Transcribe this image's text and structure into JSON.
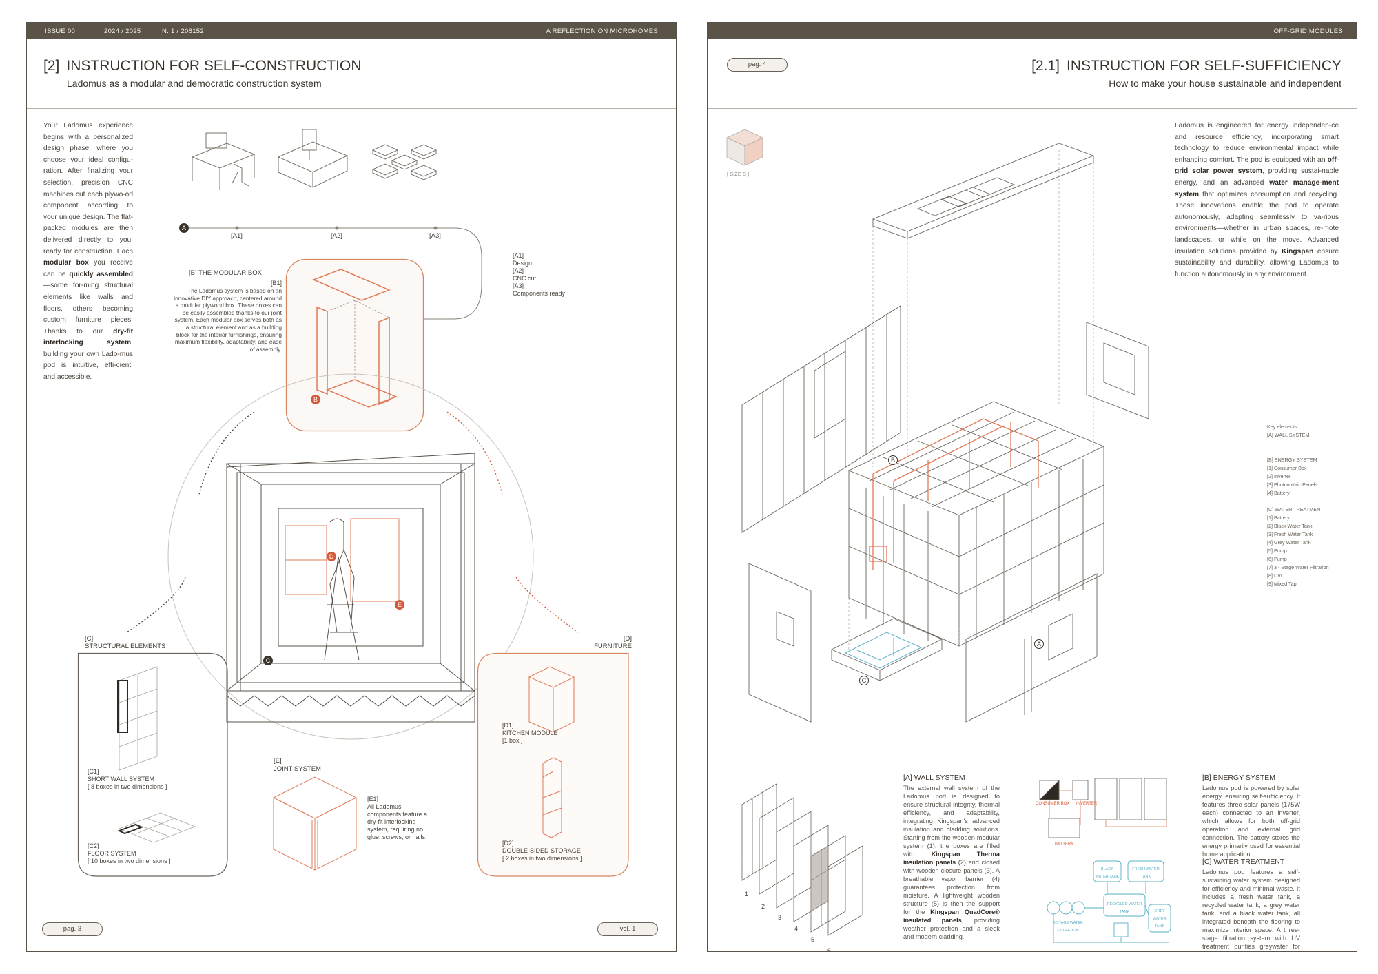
{
  "left": {
    "header": {
      "issue": "ISSUE 00.",
      "year": "2024 / 2025",
      "number": "N. 1 / 208152",
      "tagline": "A REFLECTION ON MICROHOMES"
    },
    "section_number": "[2]",
    "title": "INSTRUCTION FOR SELF-CONSTRUCTION",
    "subtitle": "Ladomus as a modular and democratic construction system",
    "intro_html": "Your Ladomus experience begins with a personalized design phase, where you choose your ideal configu-ration. After finalizing your selection, precision CNC machines cut each plywo-od component according to your unique design. The flat-packed modules are then delivered directly to you, ready for construction. Each <b>modular box</b> you receive can be <b>quickly assembled</b> —some for-ming structural elements like walls and floors, others becoming custom furniture pieces. Thanks to our <b>dry-fit interlocking system</b>, building your own Lado-mus pod is intuitive, effi-cient, and accessible.",
    "process": {
      "marker": "A",
      "steps": [
        "[A1]",
        "[A2]",
        "[A3]"
      ],
      "legend": [
        "[A1]",
        "Design",
        "[A2]",
        "CNC cut",
        "[A3]",
        "Components ready"
      ]
    },
    "modular_box": {
      "heading": "[B]  THE MODULAR  BOX",
      "code": "[B1]",
      "text": "The Ladomus system is based on an innovative DIY approach, centered around a modular plywood box. These boxes can be easily assembled thanks to our joint system. Each modular box serves both as a structural element and as a building block for the interior furnishings, ensuring maximum flexibility, adaptability, and ease of assembly.",
      "marker": "B"
    },
    "markers": {
      "c": "C",
      "d": "D",
      "e": "E"
    },
    "structural": {
      "code": "[C]",
      "heading": "STRUCTURAL ELEMENTS",
      "c1_code": "[C1]",
      "c1_title": "SHORT WALL SYSTEM",
      "c1_sub": "[ 8 boxes in two dimensions ]",
      "c2_code": "[C2]",
      "c2_title": "FLOOR SYSTEM",
      "c2_sub": "[ 10 boxes in two dimensions ]"
    },
    "furniture": {
      "code": "[D]",
      "heading": "FURNITURE",
      "d1_code": "[D1]",
      "d1_title": "KITCHEN MODULE",
      "d1_sub": "[1 box ]",
      "d2_code": "[D2]",
      "d2_title": "DOUBLE-SIDED STORAGE",
      "d2_sub": "[ 2 boxes in two dimensions ]"
    },
    "joint": {
      "code": "[E]",
      "heading": "JOINT SYSTEM",
      "e1_code": "[E1]",
      "e1_text": "All Ladomus components feature a dry-fit interlocking system, requiring no glue, screws, or nails."
    },
    "footer": {
      "page": "pag. 3",
      "volume": "vol. 1"
    }
  },
  "right": {
    "header": {
      "tagline": "OFF-GRID MODULES"
    },
    "page": "pag. 4",
    "section_number": "[2.1]",
    "title": "INSTRUCTION FOR SELF-SUFFICIENCY",
    "subtitle": "How to make your house sustainable and independent",
    "size_label": "[ SIZE S ]",
    "intro_html": "Ladomus is engineered for energy independen-ce and resource efficiency, incorporating smart technology to reduce environmental impact while enhancing comfort. The pod is equipped with an <b>off-grid solar power system</b>, providing sustai-nable energy, and an advanced <b>water manage-ment system</b> that optimizes consumption and recycling. These innovations enable the pod to operate autonomously, adapting seamlessly to va-rious environments—whether in urban spaces, re-mote landscapes, or while on the move. Advanced insulation solutions provided by <b>Kingspan</b> ensure sustainability and durability, allowing Ladomus to function autonomously in any environment.",
    "key_elements": [
      "Key elements:",
      "[A] WALL SYSTEM",
      "",
      "",
      "[B] ENERGY SYSTEM",
      "[1] Consumer Box",
      "[2] Inverter",
      "[3] Photovoltaic Panels",
      "[4] Battery",
      "",
      "[C] WATER TREATMENT",
      "[1] Battery",
      "[2] Black Water Tank",
      "[3] Fresh Water Tank",
      "[4] Grey Water Tank",
      "[5] Pump",
      "[6] Pump",
      "[7] 3 - Stage Water Filtration",
      "[8] UVC",
      "[9] Mixed Tap"
    ],
    "markers": {
      "a": "A",
      "b": "B",
      "c": "C"
    },
    "wall": {
      "heading": "[A]  WALL SYSTEM",
      "text_html": "The external wall system of the Ladomus pod is designed to ensure structural integrity, thermal efficiency, and adaptability, integrating Kingspan's advanced insulation and cladding solutions. Starting from the wooden modular system (1), the boxes are filled with <b>Kingspan Therma insulation panels</b> (2) and closed with wooden closure panels (3). A breathable vapor barrier (4) guarantees protection from moisture. A lightweight wooden structure (5) is then the support for the <b>Kingspan QuadCore® insulated panels</b>, providing weather protection and a sleek and modern cladding.",
      "layers": [
        "1",
        "2",
        "3",
        "4",
        "5",
        "6"
      ]
    },
    "energy": {
      "heading": "[B]  ENERGY SYSTEM",
      "text": "Ladomus pod is powered by solar energy, ensuring self-sufficiency. It features three solar panels (175W each) connected to an inverter, which allows for both off-grid operation and external grid connection. The battery stores the energy primarily used for essential home application.",
      "diagram_labels": [
        "CONSUMER BOX",
        "INVERTER",
        "BATTERY"
      ]
    },
    "water": {
      "heading": "[C]  WATER TREATMENT",
      "text": "Ladomus pod features a self-sustaining water system designed for efficiency and minimal waste. It includes a fresh water tank, a recycled water tank, a grey water tank, and a black water tank, all integrated beneath the flooring to maximize interior space. A three-stage filtration system with UV treatment purifies greywater for reuse.",
      "diagram_labels": [
        "BLACK WATER TANK",
        "FRESH WATER TANK",
        "RECYCLED WATER TANK",
        "GREY WATER TANK",
        "3-STAGE WATER FILTRATION"
      ]
    }
  }
}
